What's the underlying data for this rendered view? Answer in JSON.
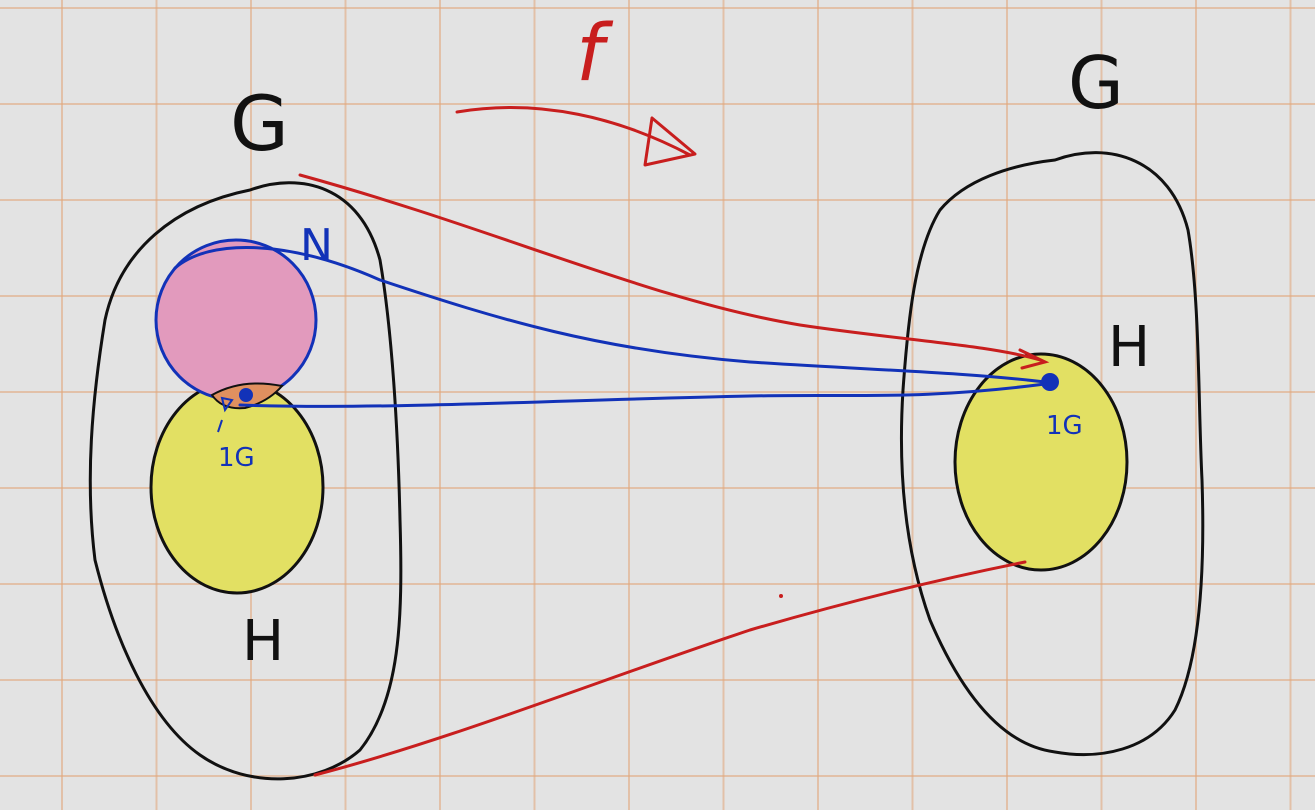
{
  "diagram": {
    "map_label": "f",
    "left_group_label": "G",
    "left_normal_subgroup_label": "N",
    "left_subgroup_label": "H",
    "left_identity_label": "1G",
    "right_group_label": "G",
    "right_subgroup_label": "H",
    "right_identity_label": "1G"
  },
  "colors": {
    "ink_black": "#111111",
    "ink_red": "#c81e1e",
    "ink_blue": "#1232b8",
    "fill_pink": "#e29abd",
    "fill_yellow": "#e2e063",
    "fill_orange": "#e0905f",
    "grid_line": "#e2a578",
    "paper": "#e3e3e3"
  }
}
